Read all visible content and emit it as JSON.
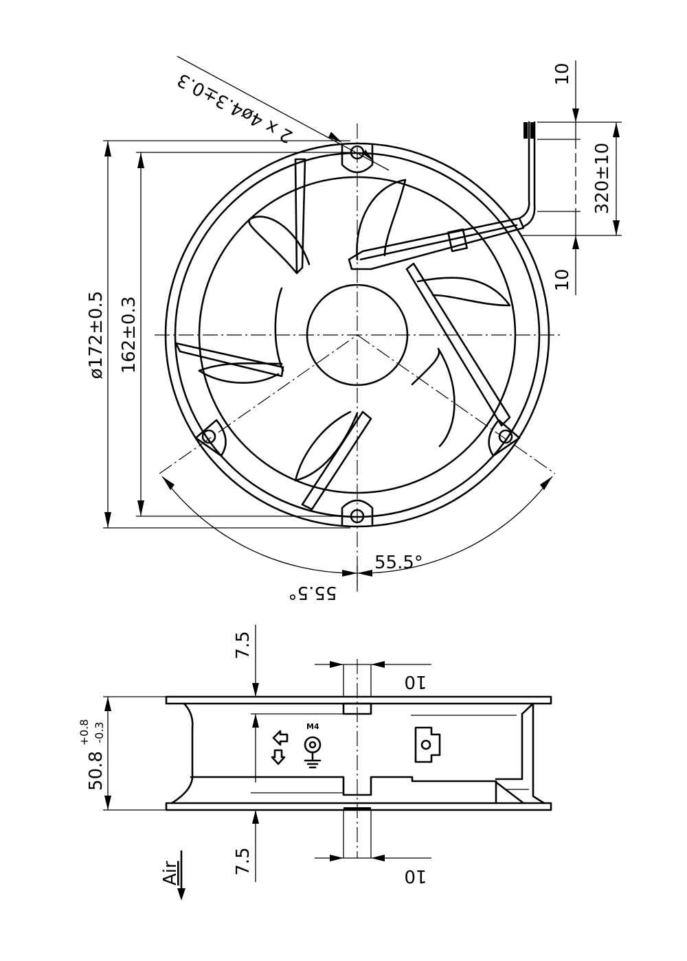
{
  "dimensions": {
    "outer_diameter": "ø172±0.5",
    "mount_spacing": "162±0.3",
    "holes": "2 x 4ø4.3±0.3",
    "lead_top_offset": "10",
    "lead_length": "320±10",
    "lead_bottom_offset": "10",
    "angle_right": "55.5°",
    "angle_left": "55.5°",
    "height_main": "50.8",
    "height_tol_upper": "+0.8",
    "height_tol_lower": "-0.3",
    "flange_top_thickness": "7.5",
    "flange_bottom_thickness": "7.5",
    "boss_top_width": "10",
    "boss_bottom_width": "10"
  },
  "labels": {
    "ground_thread": "M4",
    "airflow": "Air"
  }
}
